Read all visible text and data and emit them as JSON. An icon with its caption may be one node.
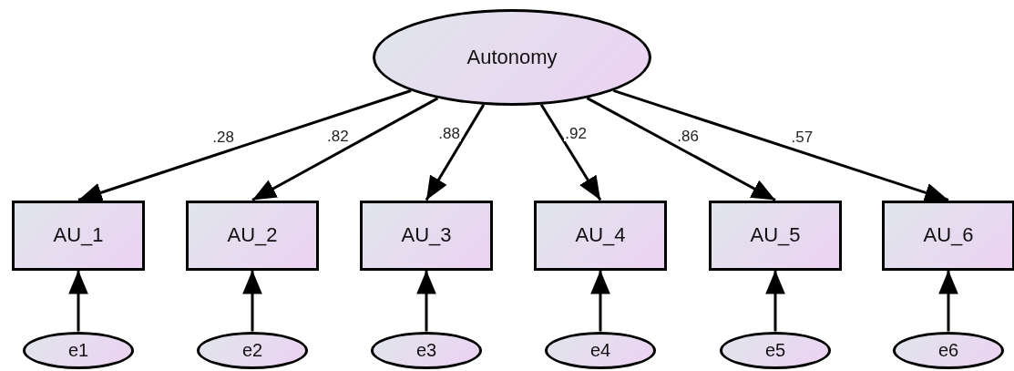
{
  "diagram": {
    "nodes": [
      {
        "text": [
          "Autonomy"
        ]
      },
      {
        "text": [
          "AU_1"
        ]
      },
      {
        "text": [
          "AU_2"
        ]
      },
      {
        "text": [
          "AU_3"
        ]
      },
      {
        "text": [
          "AU_4"
        ]
      },
      {
        "text": [
          "AU_5"
        ]
      },
      {
        "text": [
          "AU_6"
        ]
      },
      {
        "text": [
          "e1"
        ]
      },
      {
        "text": [
          "e2"
        ]
      },
      {
        "text": [
          "e3"
        ]
      },
      {
        "text": [
          "e4"
        ]
      },
      {
        "text": [
          "e5"
        ]
      },
      {
        "text": [
          "e6"
        ]
      }
    ],
    "edges": [
      {
        "from": 0,
        "to": 1,
        "arrow": "to",
        "label": ".28"
      },
      {
        "from": 0,
        "to": 2,
        "arrow": "to",
        "label": ".82"
      },
      {
        "from": 0,
        "to": 3,
        "arrow": "to",
        "label": ".88"
      },
      {
        "from": 0,
        "to": 4,
        "arrow": "to",
        "label": ".92"
      },
      {
        "from": 0,
        "to": 5,
        "arrow": "to",
        "label": ".86"
      },
      {
        "from": 0,
        "to": 6,
        "arrow": "to",
        "label": ".57"
      },
      {
        "from": 7,
        "to": 1,
        "arrow": "to"
      },
      {
        "from": 8,
        "to": 2,
        "arrow": "to"
      },
      {
        "from": 9,
        "to": 3,
        "arrow": "to"
      },
      {
        "from": 10,
        "to": 4,
        "arrow": "to"
      },
      {
        "from": 11,
        "to": 5,
        "arrow": "to"
      },
      {
        "from": 12,
        "to": 6,
        "arrow": "to"
      }
    ]
  }
}
